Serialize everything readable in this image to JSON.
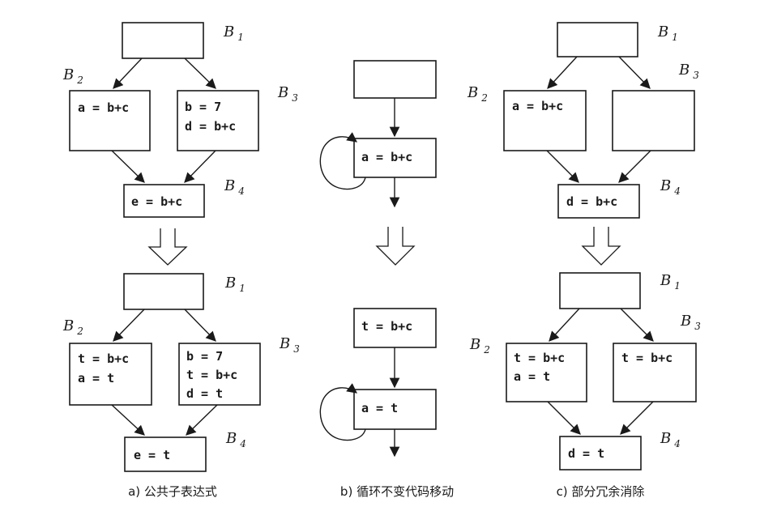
{
  "captions": {
    "a": "a) 公共子表达式",
    "b": "b) 循环不变代码移动",
    "c": "c) 部分冗余消除"
  },
  "labels": {
    "B": "B",
    "sub1": "1",
    "sub2": "2",
    "sub3": "3",
    "sub4": "4"
  },
  "panel_a": {
    "top": {
      "b2": [
        "a = b+c"
      ],
      "b3": [
        "b = 7",
        "d = b+c"
      ],
      "b4": [
        "e = b+c"
      ]
    },
    "bottom": {
      "b2": [
        "t = b+c",
        "a = t"
      ],
      "b3": [
        "b = 7",
        "t = b+c",
        "d = t"
      ],
      "b4": [
        "e = t"
      ]
    }
  },
  "panel_b": {
    "top": {
      "loop": [
        "a = b+c"
      ]
    },
    "bottom": {
      "pre": [
        "t = b+c"
      ],
      "loop": [
        "a = t"
      ]
    }
  },
  "panel_c": {
    "top": {
      "b2": [
        "a = b+c"
      ],
      "b4": [
        "d = b+c"
      ]
    },
    "bottom": {
      "b2": [
        "t = b+c",
        "a = t"
      ],
      "b3": [
        "t = b+c"
      ],
      "b4": [
        "d = t"
      ]
    }
  }
}
